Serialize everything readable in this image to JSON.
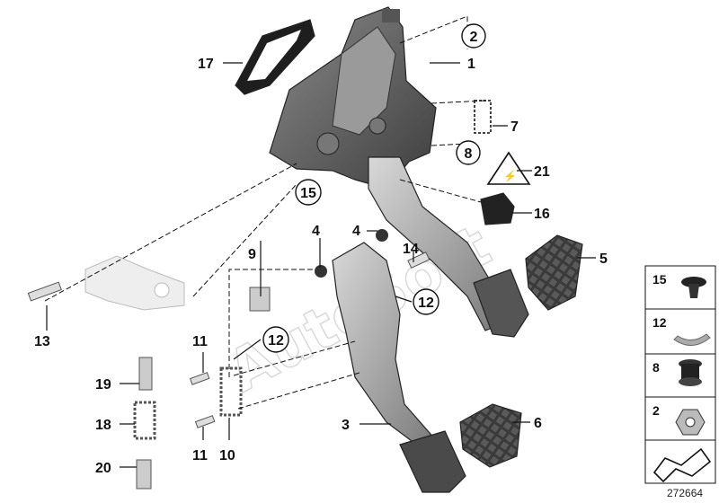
{
  "watermark": "AutoSoft",
  "reference_number": "272664",
  "callouts": [
    {
      "id": "c1",
      "label": "1",
      "circled": false
    },
    {
      "id": "c2",
      "label": "2",
      "circled": true
    },
    {
      "id": "c3",
      "label": "3",
      "circled": false
    },
    {
      "id": "c4a",
      "label": "4",
      "circled": false
    },
    {
      "id": "c4b",
      "label": "4",
      "circled": false
    },
    {
      "id": "c5",
      "label": "5",
      "circled": false
    },
    {
      "id": "c6",
      "label": "6",
      "circled": false
    },
    {
      "id": "c7",
      "label": "7",
      "circled": false
    },
    {
      "id": "c8",
      "label": "8",
      "circled": true
    },
    {
      "id": "c9",
      "label": "9",
      "circled": false
    },
    {
      "id": "c10",
      "label": "10",
      "circled": false
    },
    {
      "id": "c11a",
      "label": "11",
      "circled": false
    },
    {
      "id": "c11b",
      "label": "11",
      "circled": false
    },
    {
      "id": "c12a",
      "label": "12",
      "circled": true
    },
    {
      "id": "c12b",
      "label": "12",
      "circled": true
    },
    {
      "id": "c13",
      "label": "13",
      "circled": false
    },
    {
      "id": "c14",
      "label": "14",
      "circled": false
    },
    {
      "id": "c15",
      "label": "15",
      "circled": true
    },
    {
      "id": "c16",
      "label": "16",
      "circled": false
    },
    {
      "id": "c17",
      "label": "17",
      "circled": false
    },
    {
      "id": "c18",
      "label": "18",
      "circled": false
    },
    {
      "id": "c19",
      "label": "19",
      "circled": false
    },
    {
      "id": "c20",
      "label": "20",
      "circled": false
    },
    {
      "id": "c21",
      "label": "21",
      "circled": false
    }
  ],
  "legend_items": [
    {
      "label": "15",
      "part": "expanding-rivet"
    },
    {
      "label": "12",
      "part": "clip"
    },
    {
      "label": "8",
      "part": "grommet"
    },
    {
      "label": "2",
      "part": "hex-nut"
    }
  ],
  "icons": [
    "pedal-bracket-icon",
    "clutch-pedal-icon",
    "brake-pedal-icon",
    "pedal-pad-icon",
    "spring-icon",
    "gasket-icon",
    "switch-icon",
    "warning-triangle-icon",
    "sensor-icon",
    "pin-icon",
    "legend-arrow-icon"
  ]
}
